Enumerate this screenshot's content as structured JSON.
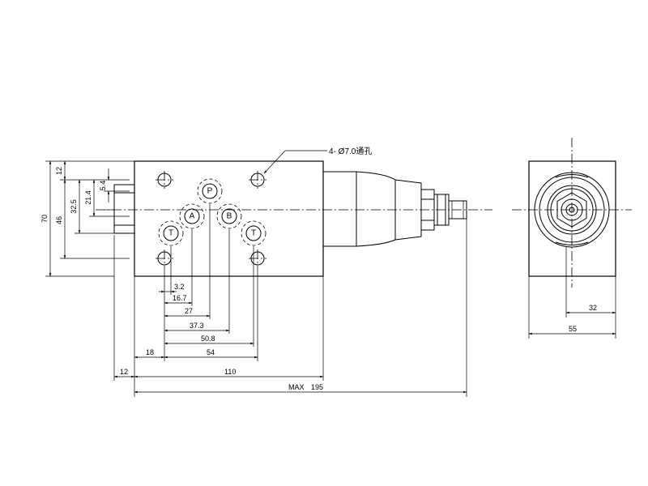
{
  "note": {
    "holes": "4- Ø7.0通孔"
  },
  "ports": {
    "p": "P",
    "a": "A",
    "b": "B",
    "t_left": "T",
    "t_right": "T"
  },
  "dimensions": {
    "horizontal": {
      "d3_2": "3.2",
      "d16_7": "16.7",
      "d27": "27",
      "d37_3": "37.3",
      "d50_8": "50.8",
      "d18": "18",
      "d54": "54",
      "d12": "12",
      "d110": "110",
      "max_label": "MAX",
      "d195": "195",
      "d32": "32",
      "d55": "55"
    },
    "vertical": {
      "d70": "70",
      "d46": "46",
      "d12": "12",
      "d32_5": "32.5",
      "d21_4": "21.4",
      "d5_4": "5.4"
    }
  }
}
